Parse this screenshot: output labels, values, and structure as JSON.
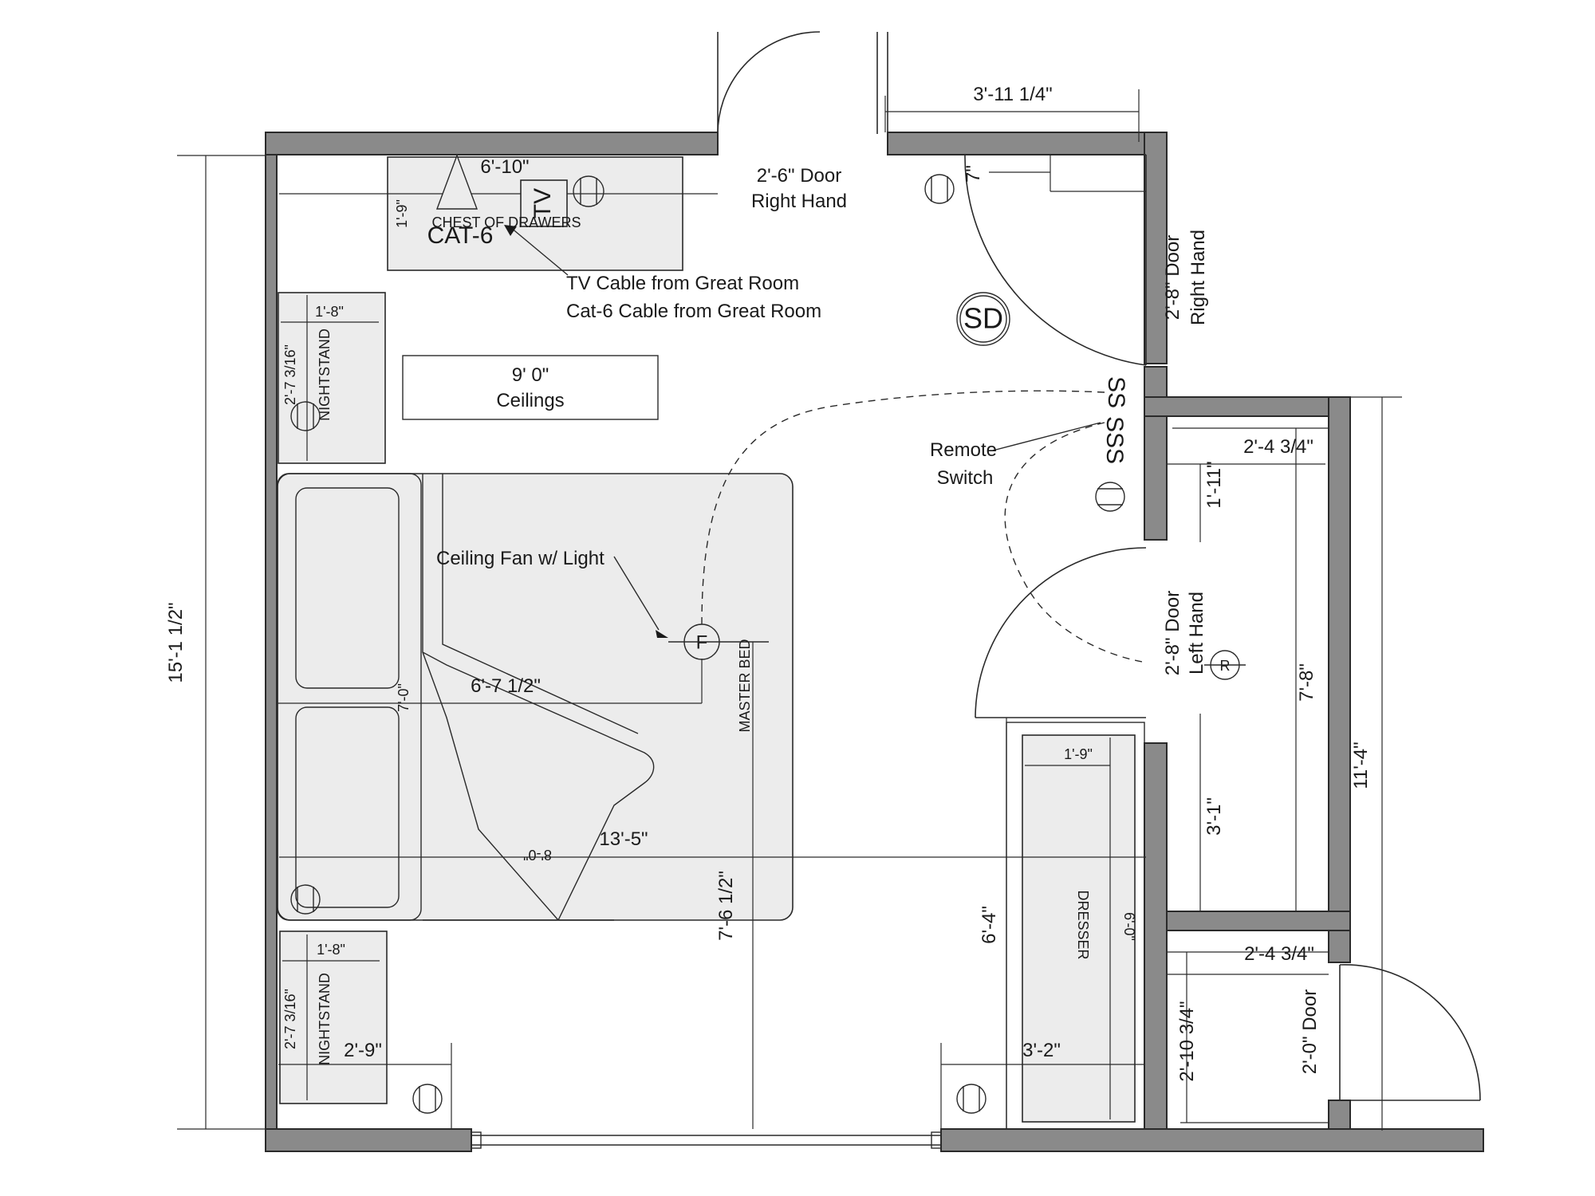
{
  "labels": {
    "overall_height": "15'-1 1/2\"",
    "top_right_width": "3'-11 1/4\"",
    "door_top": "2'-6\" Door",
    "door_top_hand": "Right Hand",
    "door_right_upper": "2'-8\" Door",
    "door_right_upper_hand": "Right Hand",
    "door_closet": "2'-8\" Door",
    "door_closet_hand": "Left Hand",
    "door_small": "2'-0\" Door",
    "dim_7in": "7\"",
    "chest_width": "6'-10\"",
    "chest_depth": "1'-9\"",
    "chest_label": "CHEST OF DRAWERS",
    "tv_symbol": "TV",
    "cat6_symbol": "CAT-6",
    "tv_cable_note": "TV Cable from Great Room",
    "cat6_cable_note": "Cat-6 Cable from Great Room",
    "smoke_detector": "SD",
    "nightstand_width": "1'-8\"",
    "nightstand_depth": "2'-7 3/16\"",
    "nightstand_label": "NIGHTSTAND",
    "ceiling_height": "9' 0\"",
    "ceiling_word": "Ceilings",
    "remote_1": "Remote",
    "remote_2": "Switch",
    "fan_note": "Ceiling Fan w/ Light",
    "fan_symbol": "F",
    "remote_symbol": "R",
    "bed_label": "MASTER BED",
    "bed_length": "7'-0\"",
    "bed_width_span": "6'-7 1/2\"",
    "room_width": "13'-5\"",
    "bed_8ft": "8'-0\"",
    "bed_to_wall": "7'-6 1/2\"",
    "closet_width_upper": "2'-4 3/4\"",
    "closet_1_11": "1'-11\"",
    "closet_7_8": "7'-8\"",
    "closet_11_4": "11'-4\"",
    "closet_3_1": "3'-1\"",
    "dresser_width": "1'-9\"",
    "dresser_label": "DRESSER",
    "dresser_length": "6'-0\"",
    "dresser_6_4": "6'-4\"",
    "dresser_3_2": "3'-2\"",
    "nightstand_2_9": "2'-9\"",
    "small_closet_width": "2'-4 3/4\"",
    "small_closet_depth": "2'-10 3/4\""
  }
}
